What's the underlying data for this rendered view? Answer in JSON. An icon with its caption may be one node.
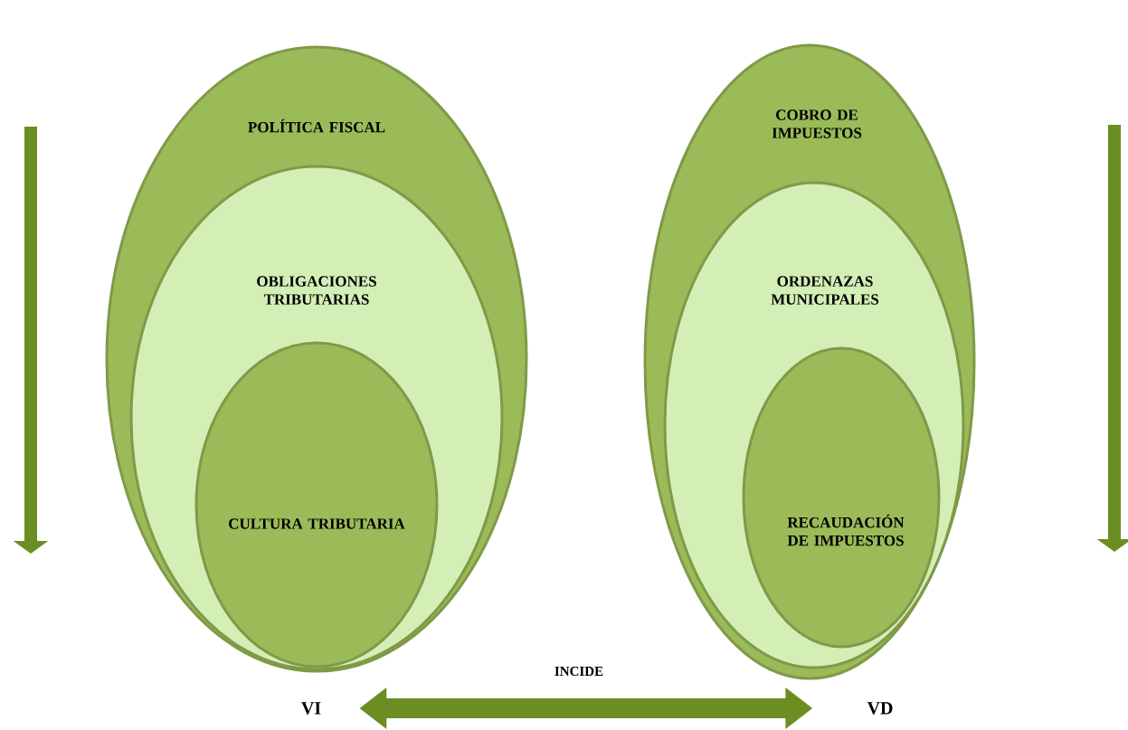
{
  "diagram": {
    "nodes": [
      {
        "text": [
          "POLÍTICA FISCAL"
        ]
      },
      {
        "text": [
          "OBLIGACIONES TRIBUTARIAS"
        ],
        "in": 0
      },
      {
        "text": [
          "CULTURA TRIBUTARIA"
        ],
        "in": 1
      },
      {
        "text": [
          "COBRO DE IMPUESTOS"
        ]
      },
      {
        "text": [
          "ORDENAZAS MUNICIPALES"
        ],
        "in": 3
      },
      {
        "text": [
          "RECAUDACIÓN DE IMPUESTOS"
        ],
        "in": 4
      },
      {
        "text": [
          "VI"
        ]
      },
      {
        "text": [
          "VD"
        ]
      }
    ],
    "edges": [
      {
        "from": 6,
        "to": 7,
        "arrow": "both",
        "label": "INCIDE"
      }
    ]
  }
}
